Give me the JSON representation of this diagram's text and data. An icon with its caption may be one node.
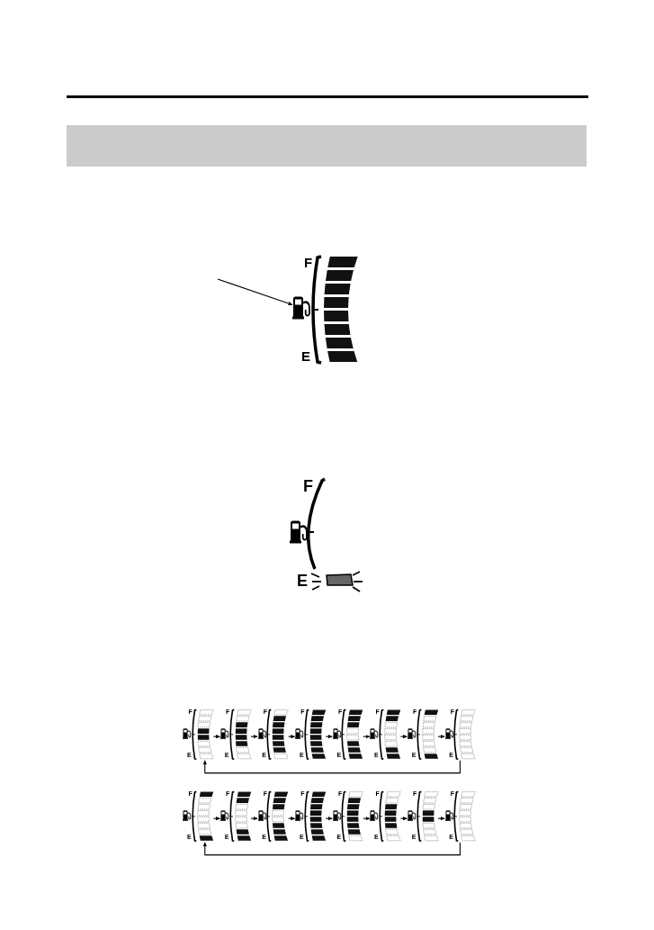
{
  "diagram": {
    "nodes": [
      {
        "text": [],
        "shape": "bar"
      },
      {
        "text": [
          "F",
          "E"
        ]
      },
      {
        "text": [],
        "shape": "picture"
      },
      {
        "text": [
          "F",
          "E"
        ]
      },
      {
        "text": [
          "F",
          "E"
        ]
      },
      {
        "text": [
          "F",
          "E"
        ]
      },
      {
        "text": [
          "F",
          "E"
        ]
      },
      {
        "text": [
          "F",
          "E"
        ]
      },
      {
        "text": [
          "F",
          "E"
        ]
      },
      {
        "text": [
          "F",
          "E"
        ]
      },
      {
        "text": [
          "F",
          "E"
        ]
      },
      {
        "text": [
          "F",
          "E"
        ]
      },
      {
        "text": [
          "F",
          "E"
        ]
      },
      {
        "text": [
          "F",
          "E"
        ]
      },
      {
        "text": [
          "F",
          "E"
        ]
      },
      {
        "text": [
          "F",
          "E"
        ]
      },
      {
        "text": [
          "F",
          "E"
        ]
      },
      {
        "text": [
          "F",
          "E"
        ]
      },
      {
        "text": [
          "F",
          "E"
        ]
      },
      {
        "text": [
          "F",
          "E"
        ]
      }
    ],
    "edges": [
      {
        "from": null,
        "to": 2,
        "arrow": "to"
      },
      {
        "from": 4,
        "to": 5,
        "arrow": "to"
      },
      {
        "from": 5,
        "to": 6,
        "arrow": "to"
      },
      {
        "from": 6,
        "to": 7,
        "arrow": "to"
      },
      {
        "from": 7,
        "to": 8,
        "arrow": "to"
      },
      {
        "from": 8,
        "to": 9,
        "arrow": "to"
      },
      {
        "from": 9,
        "to": 10,
        "arrow": "to"
      },
      {
        "from": 10,
        "to": 11,
        "arrow": "to"
      },
      {
        "from": 11,
        "to": 4,
        "arrow": "to"
      },
      {
        "from": 12,
        "to": 13,
        "arrow": "to"
      },
      {
        "from": 13,
        "to": 14,
        "arrow": "to"
      },
      {
        "from": 14,
        "to": 15,
        "arrow": "to"
      },
      {
        "from": 15,
        "to": 16,
        "arrow": "to"
      },
      {
        "from": 16,
        "to": 17,
        "arrow": "to"
      },
      {
        "from": 17,
        "to": 18,
        "arrow": "to"
      },
      {
        "from": 18,
        "to": 19,
        "arrow": "to"
      },
      {
        "from": 19,
        "to": 12,
        "arrow": "to"
      }
    ]
  }
}
